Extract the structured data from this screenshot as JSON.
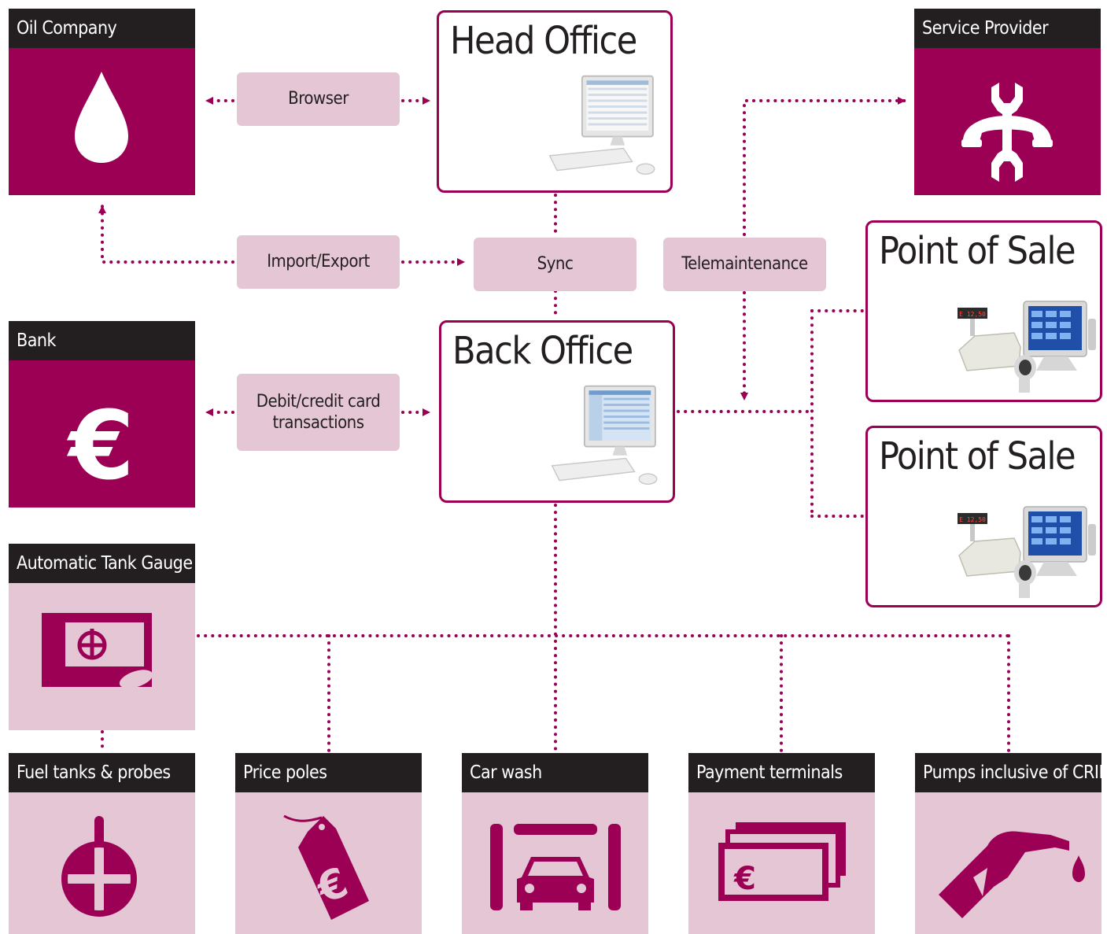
{
  "tiles": {
    "oil_company": "Oil Company",
    "service_provider": "Service Provider",
    "bank": "Bank",
    "atg": "Automatic Tank Gauge",
    "fuel_tanks": "Fuel tanks & probes",
    "price_poles": "Price poles",
    "car_wash": "Car wash",
    "payment_terminals": "Payment terminals",
    "pumps": "Pumps inclusive of CRIND"
  },
  "offices": {
    "head_office": "Head Office",
    "back_office": "Back Office",
    "pos_1": "Point of Sale",
    "pos_2": "Point of Sale"
  },
  "connectors": {
    "browser": "Browser",
    "import_export": "Import/Export",
    "sync": "Sync",
    "telemaintenance": "Telemaintenance",
    "card_line1": "Debit/credit card",
    "card_line2": "transactions"
  },
  "pos_display": "E 12,50",
  "colors": {
    "brand": "#9b0055",
    "light": "#e5c6d4",
    "header": "#231f20"
  }
}
